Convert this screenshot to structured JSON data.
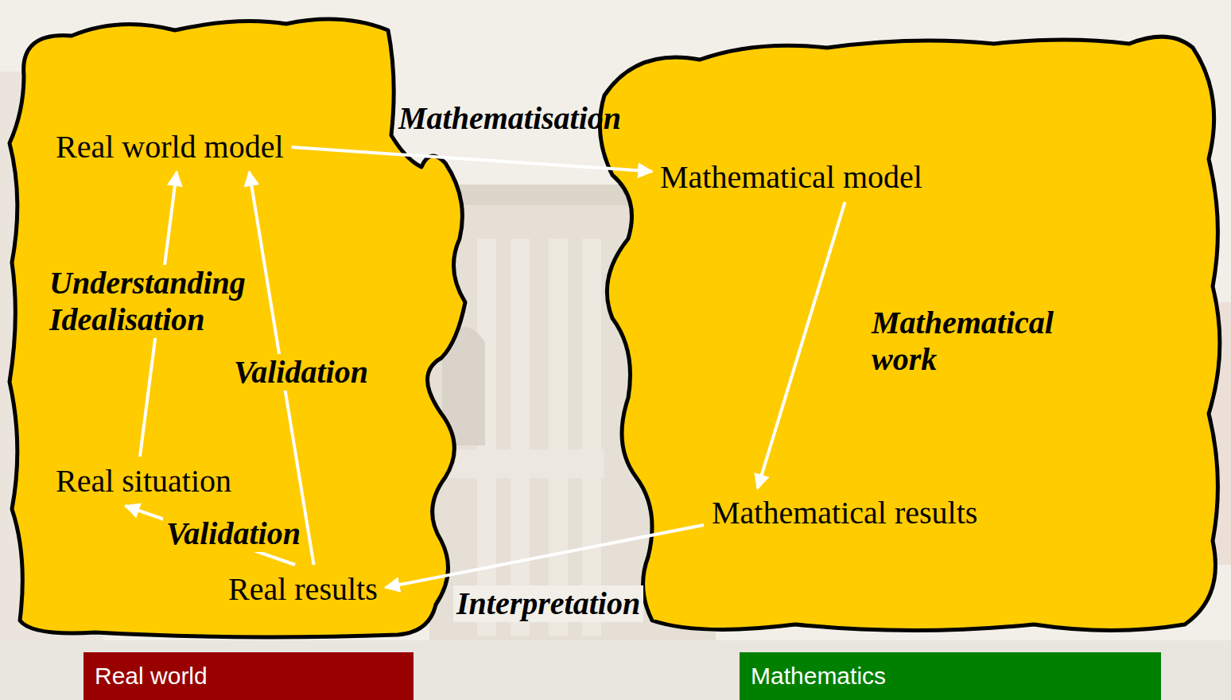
{
  "diagram": {
    "nodes": [
      {
        "text": [
          "Real world"
        ]
      },
      {
        "text": [
          "Real world model"
        ],
        "in": 0
      },
      {
        "text": [
          "Real situation"
        ],
        "in": 0
      },
      {
        "text": [
          "Real results"
        ],
        "in": 0
      },
      {
        "text": [
          "Mathematics"
        ]
      },
      {
        "text": [
          "Mathematical model"
        ],
        "in": 4
      },
      {
        "text": [
          "Mathematical results"
        ],
        "in": 4
      }
    ],
    "edges": [
      {
        "from": 1,
        "to": 5,
        "arrow": "to",
        "label": "Mathematisation"
      },
      {
        "from": 5,
        "to": 6,
        "arrow": "to",
        "label": "Mathematical work"
      },
      {
        "from": 6,
        "to": 3,
        "arrow": "to",
        "label": "Interpretation"
      },
      {
        "from": 3,
        "to": 2,
        "arrow": "to",
        "label": "Validation"
      },
      {
        "from": 3,
        "to": 1,
        "arrow": "to",
        "label": "Validation"
      },
      {
        "from": 2,
        "to": 1,
        "arrow": "to",
        "label": "Understanding Idealisation"
      }
    ]
  }
}
